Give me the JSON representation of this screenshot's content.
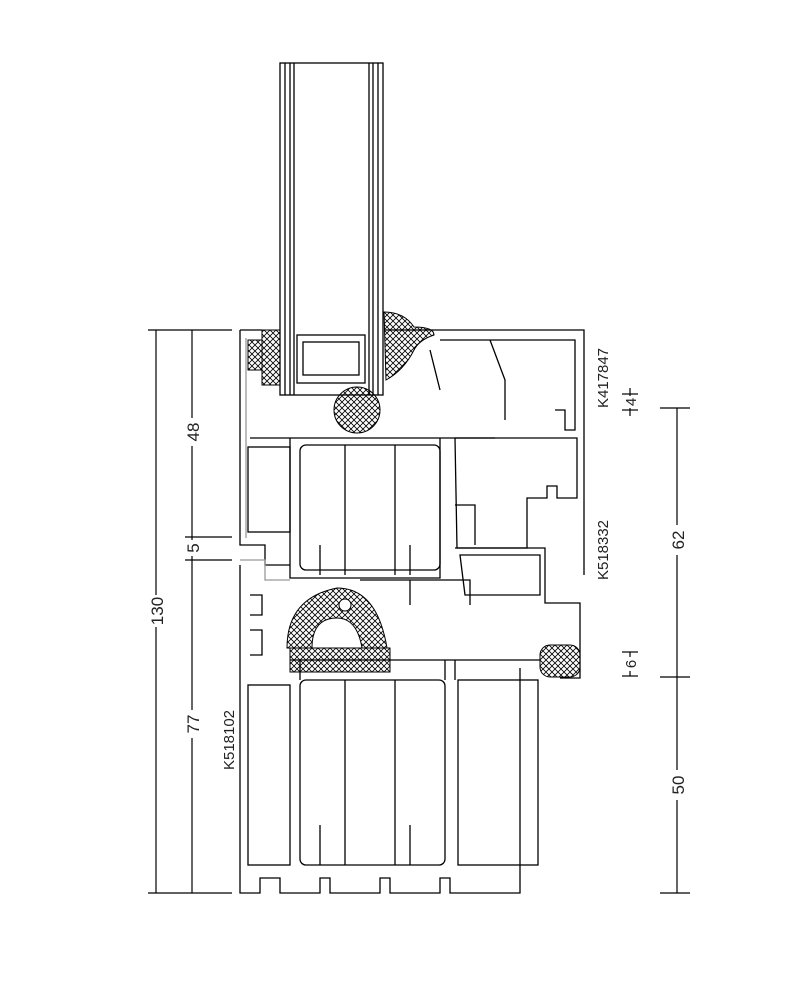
{
  "dimensions_left": {
    "total": "130",
    "upper": "48",
    "gap": "5",
    "lower": "77"
  },
  "dimensions_right": {
    "upper": "62",
    "lower": "50",
    "small_top": "4",
    "small_bottom": "6"
  },
  "profile_codes": {
    "frame": "K518102",
    "bead": "K417847",
    "sash": "K518332"
  },
  "colors": {
    "line": "#000000",
    "hatch": "#000000",
    "background": "#ffffff"
  }
}
